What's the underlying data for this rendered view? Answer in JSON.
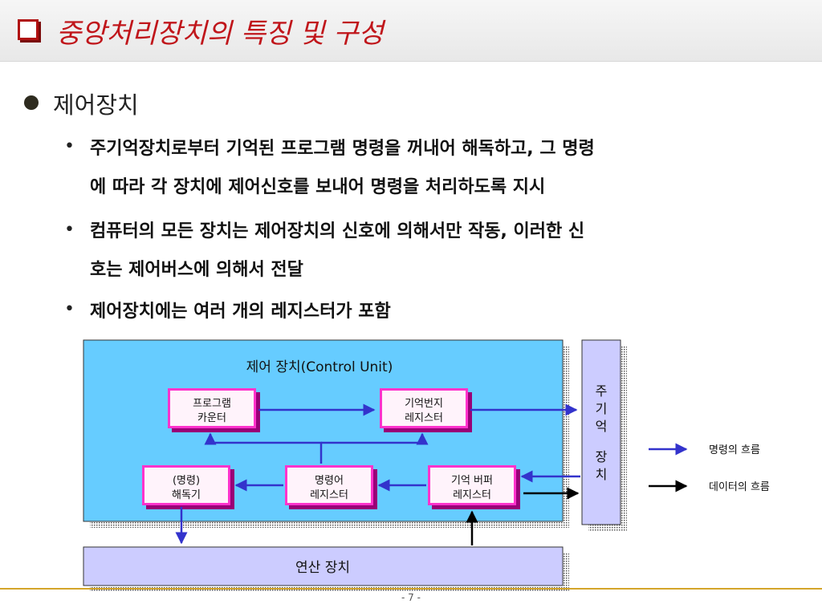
{
  "slide": {
    "title": "중앙처리장치의 특징 및 구성",
    "heading": "제어장치",
    "bullet_symbol": "•",
    "bullets": [
      {
        "lines": [
          "주기억장치로부터 기억된 프로그램 명령을 꺼내어 해독하고, 그 명령",
          "에 따라 각 장치에 제어신호를 보내어 명령을 처리하도록 지시"
        ]
      },
      {
        "lines": [
          "컴퓨터의 모든 장치는 제어장치의 신호에 의해서만 작동, 이러한 신",
          "호는 제어버스에 의해서 전달"
        ]
      },
      {
        "lines": [
          "제어장치에는 여러 개의 레지스터가 포함"
        ]
      }
    ],
    "page_number": "- 7 -"
  },
  "diagram": {
    "colors": {
      "control_unit": "#66ccff",
      "register_box": "#ff33cc",
      "alu": "#ccccff",
      "main_memory": "#ccccff",
      "instruction_flow": "#3333cc",
      "data_flow": "#000000"
    },
    "control_unit_label": "제어 장치(Control Unit)",
    "program_counter": {
      "line1": "프로그램",
      "line2": "카운터"
    },
    "mar": {
      "line1": "기억번지",
      "line2": "레지스터"
    },
    "decoder": {
      "line1": "(명령)",
      "line2": "해독기"
    },
    "ir": {
      "line1": "명령어",
      "line2": "레지스터"
    },
    "mbr": {
      "line1": "기억 버퍼",
      "line2": "레지스터"
    },
    "main_memory_chars": [
      "주",
      "기",
      "억",
      "",
      "장",
      "치"
    ],
    "alu_label": "연산 장치",
    "legend": {
      "instruction_flow": "명령의 흐름",
      "data_flow": "데이터의 흐름"
    }
  }
}
